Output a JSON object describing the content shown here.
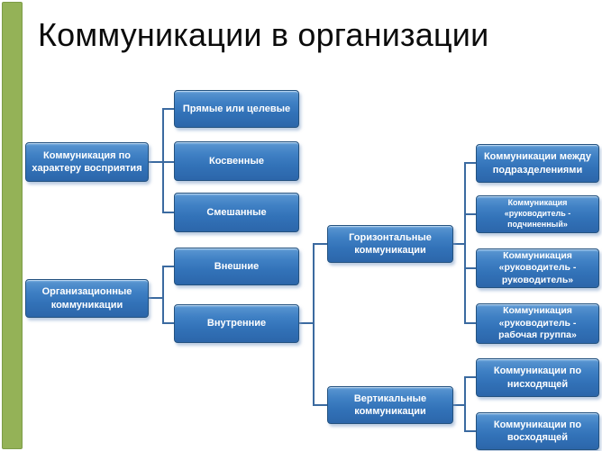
{
  "slide": {
    "title": "Коммуникации в организации"
  },
  "diagram": {
    "nodes": {
      "perception": {
        "label": "Коммуникация по характеру восприятия"
      },
      "direct": {
        "label": "Прямые или целевые"
      },
      "indirect": {
        "label": "Косвенные"
      },
      "mixed": {
        "label": "Смешанные"
      },
      "org": {
        "label": "Организационные коммуникации"
      },
      "external": {
        "label": "Внешние"
      },
      "internal": {
        "label": "Внутренние"
      },
      "horizontal": {
        "label": "Горизонтальные коммуникации"
      },
      "vertical": {
        "label": "Вертикальные коммуникации"
      },
      "between_units": {
        "label": "Коммуникации между подразделениями"
      },
      "leader_subordinate": {
        "label": "Коммуникация «руководитель - подчиненный»"
      },
      "leader_leader": {
        "label": "Коммуникация «руководитель - руководитель»"
      },
      "leader_workgroup": {
        "label": "Коммуникация «руководитель - рабочая группа»"
      },
      "downward": {
        "label": "Коммуникации по нисходящей"
      },
      "upward": {
        "label": "Коммуникации по восходящей"
      }
    },
    "edges": [
      {
        "from": "perception",
        "to": "direct"
      },
      {
        "from": "perception",
        "to": "indirect"
      },
      {
        "from": "perception",
        "to": "mixed"
      },
      {
        "from": "org",
        "to": "external"
      },
      {
        "from": "org",
        "to": "internal"
      },
      {
        "from": "internal",
        "to": "horizontal"
      },
      {
        "from": "internal",
        "to": "vertical"
      },
      {
        "from": "horizontal",
        "to": "between_units"
      },
      {
        "from": "horizontal",
        "to": "leader_subordinate"
      },
      {
        "from": "horizontal",
        "to": "leader_leader"
      },
      {
        "from": "horizontal",
        "to": "leader_workgroup"
      },
      {
        "from": "vertical",
        "to": "downward"
      },
      {
        "from": "vertical",
        "to": "upward"
      }
    ],
    "colors": {
      "accent_bar": "#94b257",
      "node_fill_top": "#5592cf",
      "node_fill_bottom": "#2c66aa",
      "node_border": "#24527f",
      "node_text": "#ffffff",
      "connector": "#3b6aa0",
      "title_text": "#0b0b0b",
      "background": "#ffffff"
    }
  }
}
